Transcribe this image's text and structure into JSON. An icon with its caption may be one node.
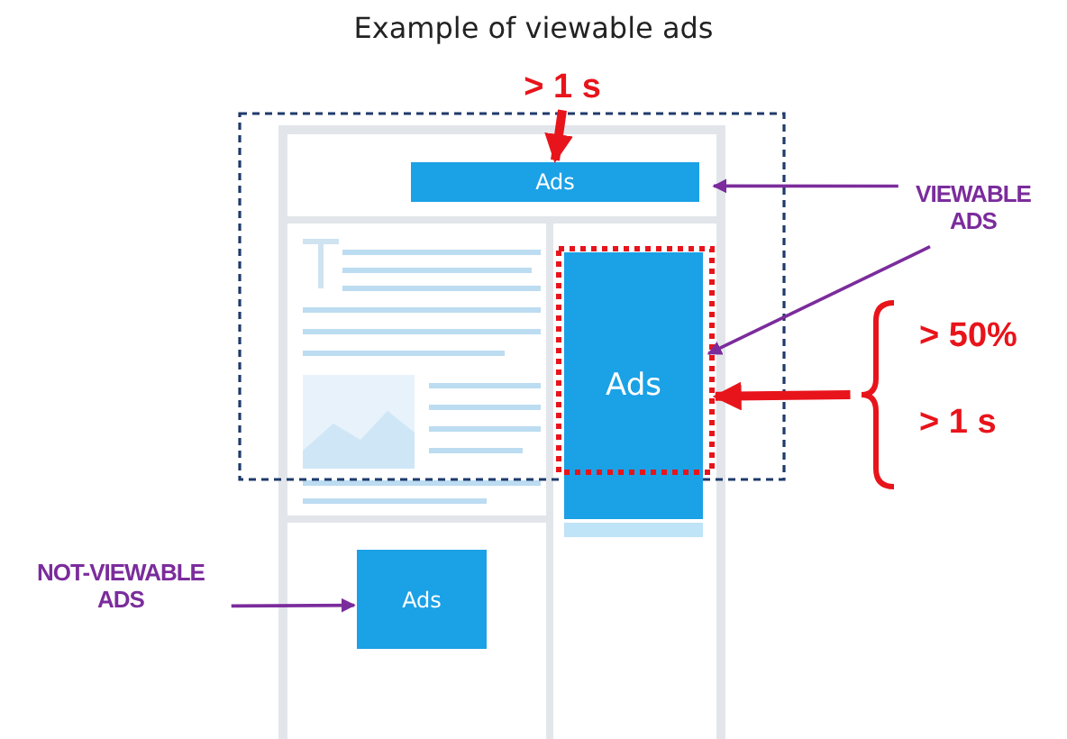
{
  "diagram": {
    "title": "Example of viewable ads",
    "nodes": [
      {
        "text": [
          "> 1 s"
        ]
      },
      {
        "text": [
          "Ads"
        ]
      },
      {
        "text": [
          "Ads"
        ]
      },
      {
        "text": [
          "Ads"
        ]
      },
      {
        "text": [
          "VIEWABLE ADS"
        ]
      },
      {
        "text": [
          "NOT-VIEWABLE ADS"
        ]
      },
      {
        "text": [
          "> 50%",
          "> 1 s"
        ]
      }
    ],
    "edges": [
      {
        "from": 0,
        "to": 1,
        "arrow": "to",
        "style": "thick",
        "color": "#e8141b"
      },
      {
        "from": 4,
        "to": 1,
        "arrow": "to"
      },
      {
        "from": 4,
        "to": 2,
        "arrow": "to"
      },
      {
        "from": 5,
        "to": 3,
        "arrow": "to"
      },
      {
        "from": 6,
        "to": 2,
        "arrow": "to",
        "style": "thick",
        "color": "#e8141b"
      }
    ]
  }
}
